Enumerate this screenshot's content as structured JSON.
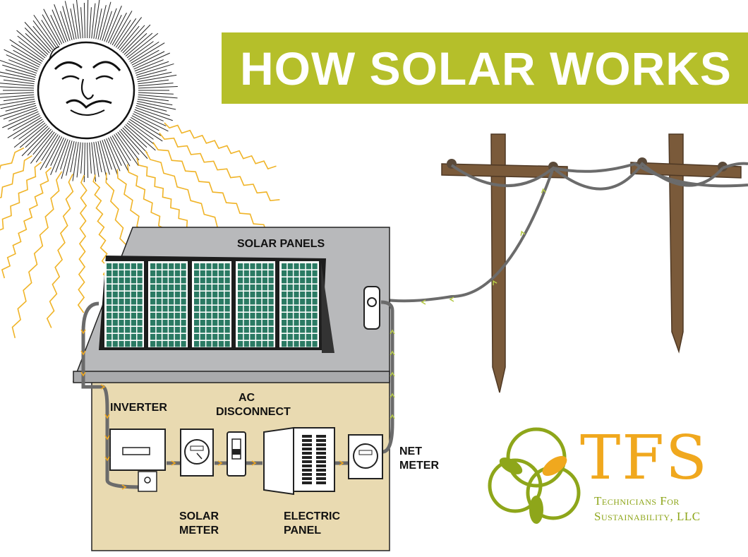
{
  "title": "HOW SOLAR WORKS",
  "labels": {
    "solar_panels": "SOLAR PANELS",
    "inverter": "INVERTER",
    "ac_disconnect_1": "AC",
    "ac_disconnect_2": "DISCONNECT",
    "solar_meter_1": "SOLAR",
    "solar_meter_2": "METER",
    "electric_panel_1": "ELECTRIC",
    "electric_panel_2": "PANEL",
    "net_meter_1": "NET",
    "net_meter_2": "METER"
  },
  "logo": {
    "letters": "TFS",
    "line1": "Technicians For",
    "line2": "Sustainability, LLC"
  },
  "colors": {
    "banner": "#b5bf2a",
    "house_wall": "#e9dab1",
    "roof": "#b8b9bb",
    "panel": "#2a7a63",
    "pole": "#7a5a3a",
    "wire": "#6b6b6b",
    "flow_arrow": "#f0a81e",
    "logo_orange": "#f0a81e",
    "logo_green": "#8ea61a"
  }
}
